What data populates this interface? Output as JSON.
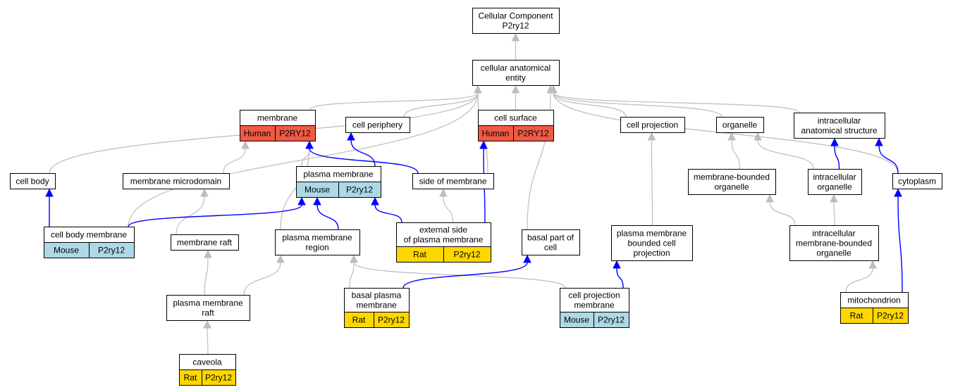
{
  "colors": {
    "human": "#f05a45",
    "mouse": "#add8e6",
    "rat": "#ffd700",
    "edge_gray": "#bdbdbd",
    "edge_blue": "#0000ff"
  },
  "nodes": {
    "root": {
      "lines": [
        "Cellular Component",
        "P2ry12"
      ]
    },
    "cae": {
      "lines": [
        "cellular anatomical",
        "entity"
      ]
    },
    "membrane": {
      "lines": [
        "membrane"
      ],
      "tag": {
        "species": "Human",
        "gene": "P2RY12"
      }
    },
    "cell_periphery": {
      "lines": [
        "cell periphery"
      ]
    },
    "cell_surface": {
      "lines": [
        "cell surface"
      ],
      "tag": {
        "species": "Human",
        "gene": "P2RY12"
      }
    },
    "cell_projection": {
      "lines": [
        "cell projection"
      ]
    },
    "organelle": {
      "lines": [
        "organelle"
      ]
    },
    "ias": {
      "lines": [
        "intracellular",
        "anatomical structure"
      ]
    },
    "cell_body": {
      "lines": [
        "cell body"
      ]
    },
    "mem_microdomain": {
      "lines": [
        "membrane microdomain"
      ]
    },
    "plasma_membrane": {
      "lines": [
        "plasma membrane"
      ],
      "tag": {
        "species": "Mouse",
        "gene": "P2ry12"
      }
    },
    "side_of_membrane": {
      "lines": [
        "side of membrane"
      ]
    },
    "mbo": {
      "lines": [
        "membrane-bounded",
        "organelle"
      ]
    },
    "intra_organelle": {
      "lines": [
        "intracellular",
        "organelle"
      ]
    },
    "cytoplasm": {
      "lines": [
        "cytoplasm"
      ]
    },
    "cell_body_membrane": {
      "lines": [
        "cell body membrane"
      ],
      "tag": {
        "species": "Mouse",
        "gene": "P2ry12"
      }
    },
    "membrane_raft": {
      "lines": [
        "membrane raft"
      ]
    },
    "pm_region": {
      "lines": [
        "plasma membrane",
        "region"
      ]
    },
    "external_side": {
      "lines": [
        "external side",
        "of plasma membrane"
      ],
      "tag": {
        "species": "Rat",
        "gene": "P2ry12"
      }
    },
    "basal_part": {
      "lines": [
        "basal part of",
        "cell"
      ]
    },
    "pmbcp": {
      "lines": [
        "plasma membrane",
        "bounded cell",
        "projection"
      ]
    },
    "imbo": {
      "lines": [
        "intracellular",
        "membrane-bounded",
        "organelle"
      ]
    },
    "pm_raft": {
      "lines": [
        "plasma membrane",
        "raft"
      ]
    },
    "basal_pm": {
      "lines": [
        "basal plasma",
        "membrane"
      ],
      "tag": {
        "species": "Rat",
        "gene": "P2ry12"
      }
    },
    "cp_membrane": {
      "lines": [
        "cell projection",
        "membrane"
      ],
      "tag": {
        "species": "Mouse",
        "gene": "P2ry12"
      }
    },
    "mitochondrion": {
      "lines": [
        "mitochondrion"
      ],
      "tag": {
        "species": "Rat",
        "gene": "P2ry12"
      }
    },
    "caveola": {
      "lines": [
        "caveola"
      ],
      "tag": {
        "species": "Rat",
        "gene": "P2ry12"
      }
    }
  },
  "edges": [
    {
      "from": "cae",
      "to": "root",
      "kind": "gray"
    },
    {
      "from": "membrane",
      "to": "cae",
      "kind": "gray"
    },
    {
      "from": "cell_periphery",
      "to": "cae",
      "kind": "gray"
    },
    {
      "from": "cell_surface",
      "to": "cae",
      "kind": "gray"
    },
    {
      "from": "cell_projection",
      "to": "cae",
      "kind": "gray"
    },
    {
      "from": "organelle",
      "to": "cae",
      "kind": "gray"
    },
    {
      "from": "ias",
      "to": "cae",
      "kind": "gray"
    },
    {
      "from": "cell_body",
      "to": "cae",
      "kind": "gray"
    },
    {
      "from": "cell_body_membrane",
      "to": "cae",
      "kind": "gray"
    },
    {
      "from": "side_of_membrane",
      "to": "cae",
      "kind": "gray"
    },
    {
      "from": "basal_part",
      "to": "cae",
      "kind": "gray"
    },
    {
      "from": "cytoplasm",
      "to": "cae",
      "kind": "gray"
    },
    {
      "from": "mem_microdomain",
      "to": "membrane",
      "kind": "gray"
    },
    {
      "from": "plasma_membrane",
      "to": "membrane",
      "kind": "gray"
    },
    {
      "from": "pm_region",
      "to": "membrane",
      "kind": "gray"
    },
    {
      "from": "membrane_raft",
      "to": "mem_microdomain",
      "kind": "gray"
    },
    {
      "from": "pm_raft",
      "to": "membrane_raft",
      "kind": "gray"
    },
    {
      "from": "pm_raft",
      "to": "pm_region",
      "kind": "gray"
    },
    {
      "from": "caveola",
      "to": "pm_raft",
      "kind": "gray"
    },
    {
      "from": "basal_pm",
      "to": "pm_region",
      "kind": "gray"
    },
    {
      "from": "cp_membrane",
      "to": "pm_region",
      "kind": "gray"
    },
    {
      "from": "external_side",
      "to": "side_of_membrane",
      "kind": "gray"
    },
    {
      "from": "pmbcp",
      "to": "cell_projection",
      "kind": "gray"
    },
    {
      "from": "mbo",
      "to": "organelle",
      "kind": "gray"
    },
    {
      "from": "intra_organelle",
      "to": "organelle",
      "kind": "gray"
    },
    {
      "from": "imbo",
      "to": "mbo",
      "kind": "gray"
    },
    {
      "from": "imbo",
      "to": "intra_organelle",
      "kind": "gray"
    },
    {
      "from": "mitochondrion",
      "to": "imbo",
      "kind": "gray"
    },
    {
      "from": "plasma_membrane",
      "to": "cell_periphery",
      "kind": "blue"
    },
    {
      "from": "side_of_membrane",
      "to": "membrane",
      "kind": "blue"
    },
    {
      "from": "cell_body_membrane",
      "to": "cell_body",
      "kind": "blue"
    },
    {
      "from": "cell_body_membrane",
      "to": "plasma_membrane",
      "kind": "blue"
    },
    {
      "from": "pm_region",
      "to": "plasma_membrane",
      "kind": "blue"
    },
    {
      "from": "external_side",
      "to": "plasma_membrane",
      "kind": "blue"
    },
    {
      "from": "external_side",
      "to": "cell_surface",
      "kind": "blue"
    },
    {
      "from": "basal_pm",
      "to": "basal_part",
      "kind": "blue"
    },
    {
      "from": "cp_membrane",
      "to": "pmbcp",
      "kind": "blue"
    },
    {
      "from": "intra_organelle",
      "to": "ias",
      "kind": "blue"
    },
    {
      "from": "cytoplasm",
      "to": "ias",
      "kind": "blue"
    },
    {
      "from": "mitochondrion",
      "to": "cytoplasm",
      "kind": "blue"
    }
  ]
}
